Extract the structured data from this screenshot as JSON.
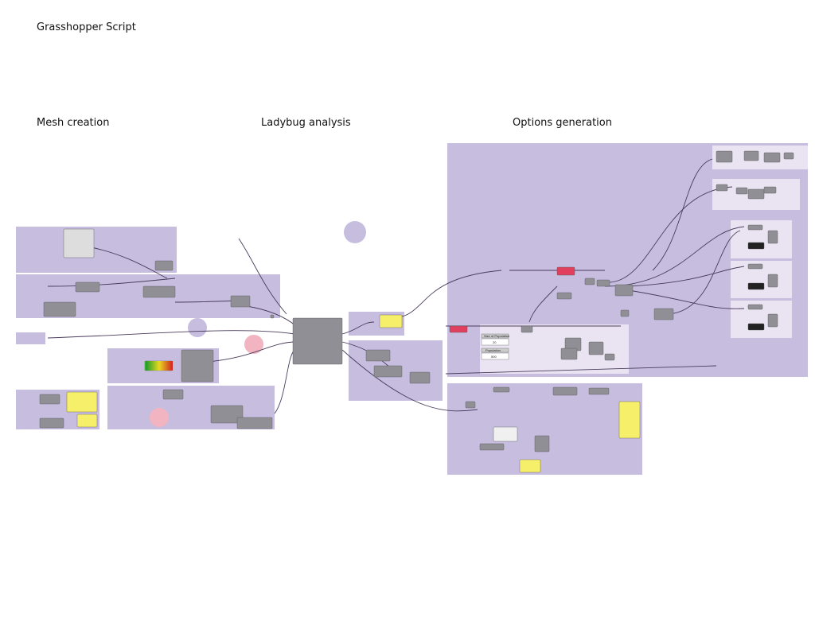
{
  "page_title": "Grasshopper Script",
  "sections": [
    {
      "label": "Mesh creation"
    },
    {
      "label": "Ladybug analysis"
    },
    {
      "label": "Options generation"
    }
  ],
  "inputs": {
    "population_size_label": "Size of Population",
    "population_size_value": "20",
    "population_label": "Population",
    "population_value": "500"
  },
  "colors": {
    "group_fill": "#c6bddf",
    "inner_group_fill": "#e9e3f2",
    "component_fill": "#8f8f95",
    "wire": "#4a3d5c",
    "highlight_red": "#e0405e",
    "panel_yellow": "#f6ef6a",
    "pink_circle": "#f2b4c0"
  }
}
